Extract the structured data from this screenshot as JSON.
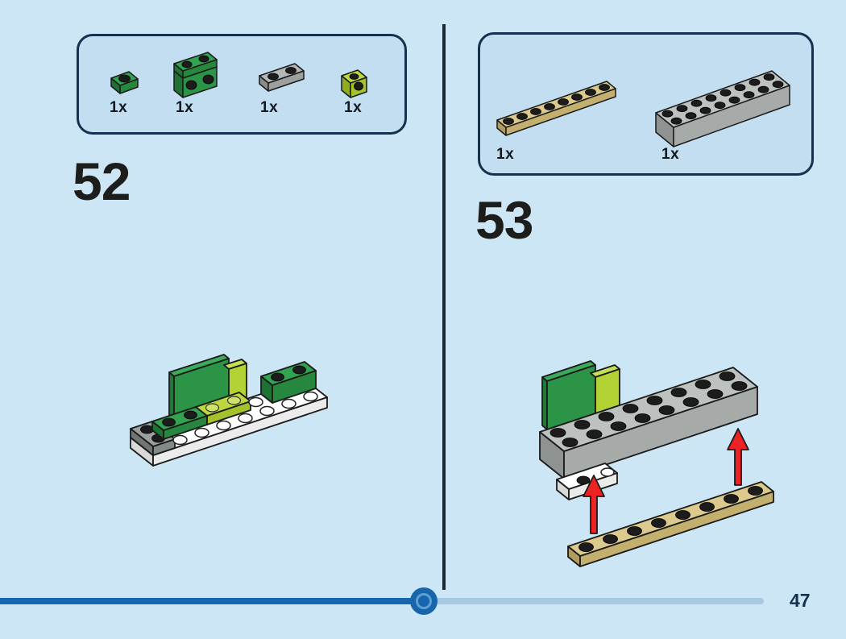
{
  "page": {
    "number": "47",
    "background": "#cde6f5"
  },
  "steps": [
    {
      "number": "52",
      "parts": [
        {
          "name": "plate-1x1-green",
          "count": "1x",
          "color": "#33a352"
        },
        {
          "name": "bracket-1x2-green",
          "count": "1x",
          "color": "#33a352"
        },
        {
          "name": "plate-1x2-gray",
          "count": "1x",
          "color": "#b3b7b6"
        },
        {
          "name": "brick-1x1-side-stud-lime",
          "count": "1x",
          "color": "#bcd83f"
        }
      ]
    },
    {
      "number": "53",
      "parts": [
        {
          "name": "plate-1x8-tan",
          "count": "1x",
          "color": "#dbc98d"
        },
        {
          "name": "brick-2x8-gray",
          "count": "1x",
          "color": "#bdc1c0"
        }
      ]
    }
  ],
  "progress": {
    "fraction": 0.5,
    "filled_color": "#1767b0",
    "remaining_color": "#a9c8e4"
  },
  "colors": {
    "background": "#cde6f5",
    "box_fill": "#c2def0",
    "box_border": "#14324f",
    "divider": "#1b2733",
    "green": "#33a352",
    "lime": "#bcd83f",
    "gray": "#bdc1c0",
    "tan": "#dbc98d",
    "white": "#ffffff",
    "arrow_red": "#ed2224",
    "outline": "#1a1a1a"
  }
}
